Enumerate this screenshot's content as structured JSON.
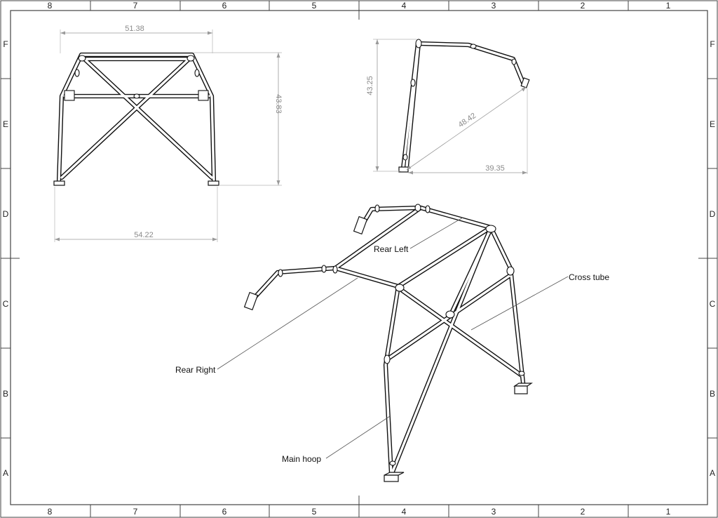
{
  "drawing": {
    "zones": {
      "columns": [
        "8",
        "7",
        "6",
        "5",
        "4",
        "3",
        "2",
        "1"
      ],
      "rows": [
        "F",
        "E",
        "D",
        "C",
        "B",
        "A"
      ]
    },
    "front_view": {
      "dims": {
        "top_width": "51.38",
        "height": "43.83",
        "bottom_width": "54.22"
      }
    },
    "side_view": {
      "dims": {
        "height": "43.25",
        "diagonal": "48.42",
        "length": "39.35"
      }
    },
    "isometric_view": {
      "labels": {
        "rear_left": "Rear Left",
        "cross_tube": "Cross tube",
        "rear_right": "Rear Right",
        "main_hoop": "Main hoop"
      }
    }
  }
}
